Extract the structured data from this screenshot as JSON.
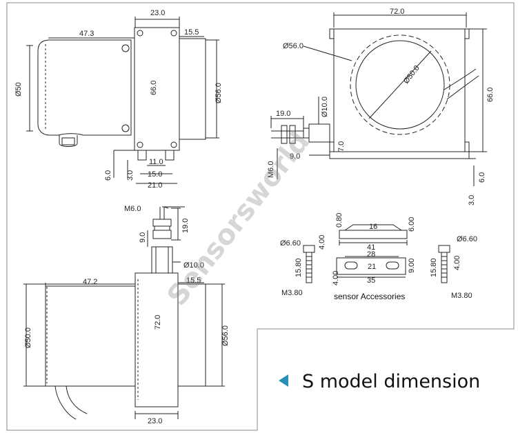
{
  "watermark": "Sensorsworld",
  "caption": {
    "text": "S model dimension",
    "marker_color": "#2a90b8"
  },
  "accessories_label": "sensor Accessories",
  "views": {
    "top_left": {
      "d_23": "23.0",
      "d_47_3": "47.3",
      "d_15_5": "15.5",
      "d_50": "Ø50",
      "d_66": "66.0",
      "d_56": "Ø56.0",
      "d_11": "11.0",
      "d_6": "6.0",
      "d_3": "3.0",
      "d_15": "15.0",
      "d_21": "21.0"
    },
    "top_right": {
      "d_72": "72.0",
      "d_56": "Ø56.0",
      "d_50": "Ø50.0",
      "d_66": "66.0",
      "d_19": "19.0",
      "d_10": "Ø10.0",
      "d_m6": "M6.0",
      "d_9": "9.0",
      "d_7": "7.0",
      "d_6": "6.0",
      "d_3": "3.0"
    },
    "bottom_left": {
      "d_m6": "M6.0",
      "d_19": "19.0",
      "d_9": "9.0",
      "d_10": "Ø10.0",
      "d_47_2": "47.2",
      "d_15_5": "15.5",
      "d_50": "Ø50.0",
      "d_72": "72.0",
      "d_56": "Ø56.0",
      "d_23": "23.0"
    },
    "accessories": {
      "d_0_80": "0.80",
      "d_16": "16",
      "d_6": "6.00",
      "d_41": "41",
      "d_28": "28",
      "d_21": "21",
      "d_9": "9.00",
      "d_4": "4.00",
      "d_35": "35",
      "left_screw": {
        "d_dia": "Ø6.60",
        "d_4": "4.00",
        "d_len": "15.80",
        "d_m": "M3.80"
      },
      "right_screw": {
        "d_dia": "Ø6.60",
        "d_4": "4.00",
        "d_len": "15.80",
        "d_m": "M3.80"
      }
    }
  }
}
